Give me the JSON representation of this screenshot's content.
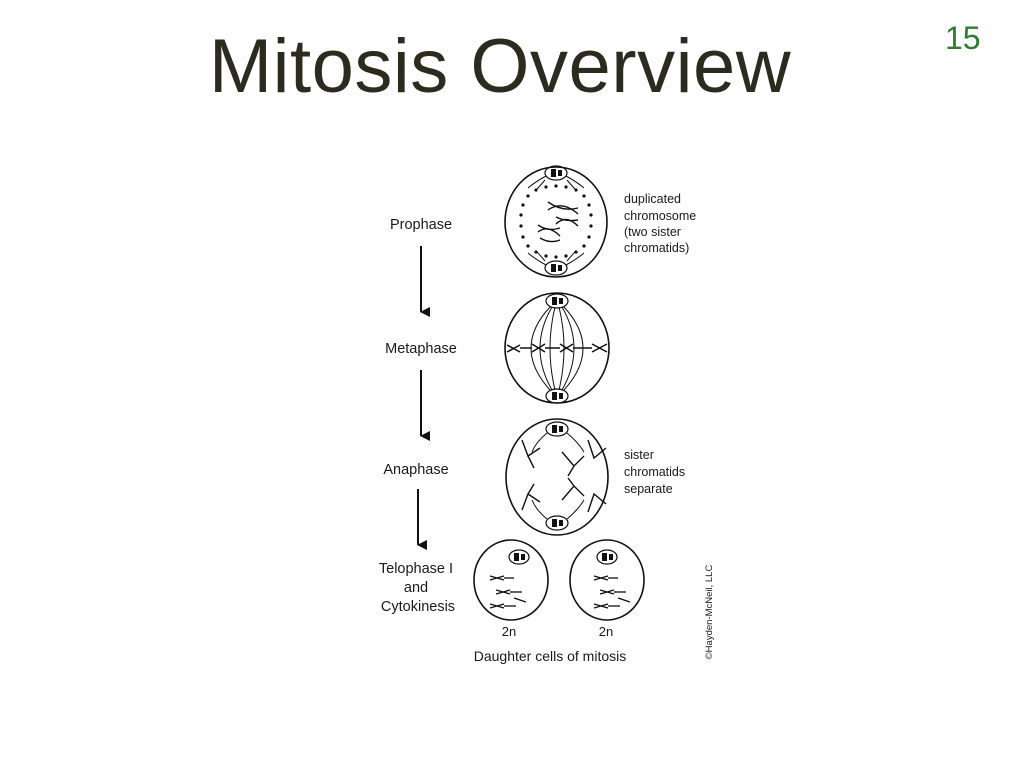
{
  "slide": {
    "title": "Mitosis Overview",
    "number": "15",
    "title_color": "#2b2b1f",
    "number_color": "#2e7d32"
  },
  "stages": {
    "prophase": "Prophase",
    "metaphase": "Metaphase",
    "anaphase": "Anaphase",
    "telophase": [
      "Telophase I",
      "and",
      "Cytokinesis"
    ]
  },
  "annotations": {
    "duplicated_chromosome": [
      "duplicated",
      "chromosome",
      "(two sister",
      "chromatids)"
    ],
    "sister_chromatids": [
      "sister",
      "chromatids",
      "separate"
    ]
  },
  "daughter_cells": {
    "left_ploidy": "2n",
    "right_ploidy": "2n",
    "caption": "Daughter cells of mitosis"
  },
  "credit": "©Hayden-McNeil, LLC"
}
